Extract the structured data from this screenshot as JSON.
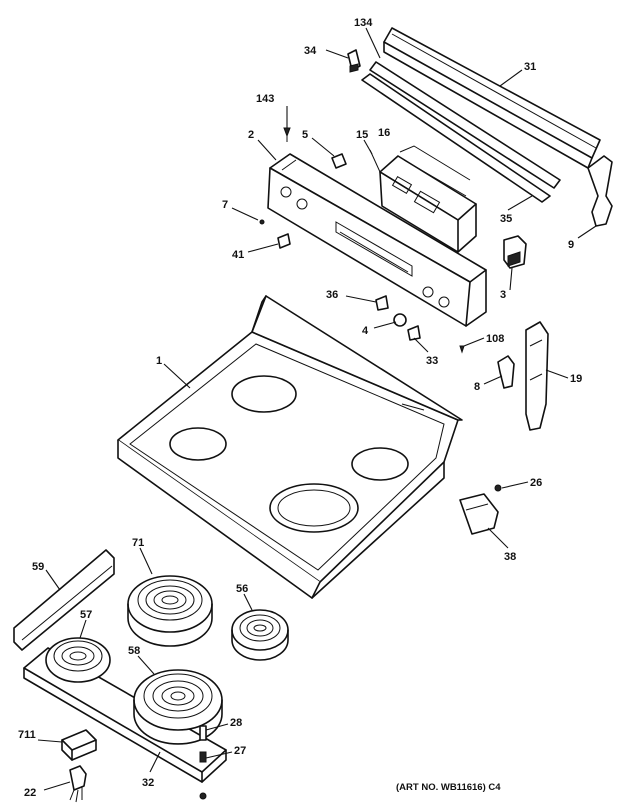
{
  "callouts": {
    "c134": "134",
    "c34": "34",
    "c31": "31",
    "c143": "143",
    "c2": "2",
    "c5": "5",
    "c15": "15",
    "c16": "16",
    "c7": "7",
    "c35": "35",
    "c9": "9",
    "c41": "41",
    "c3": "3",
    "c36": "36",
    "c4": "4",
    "c108": "108",
    "c33": "33",
    "c1": "1",
    "c8": "8",
    "c19": "19",
    "c26": "26",
    "c38": "38",
    "c71": "71",
    "c59": "59",
    "c56": "56",
    "c57": "57",
    "c58": "58",
    "c28": "28",
    "c711": "711",
    "c27": "27",
    "c22": "22",
    "c32": "32"
  },
  "art_number": "(ART NO. WB11616) C4"
}
